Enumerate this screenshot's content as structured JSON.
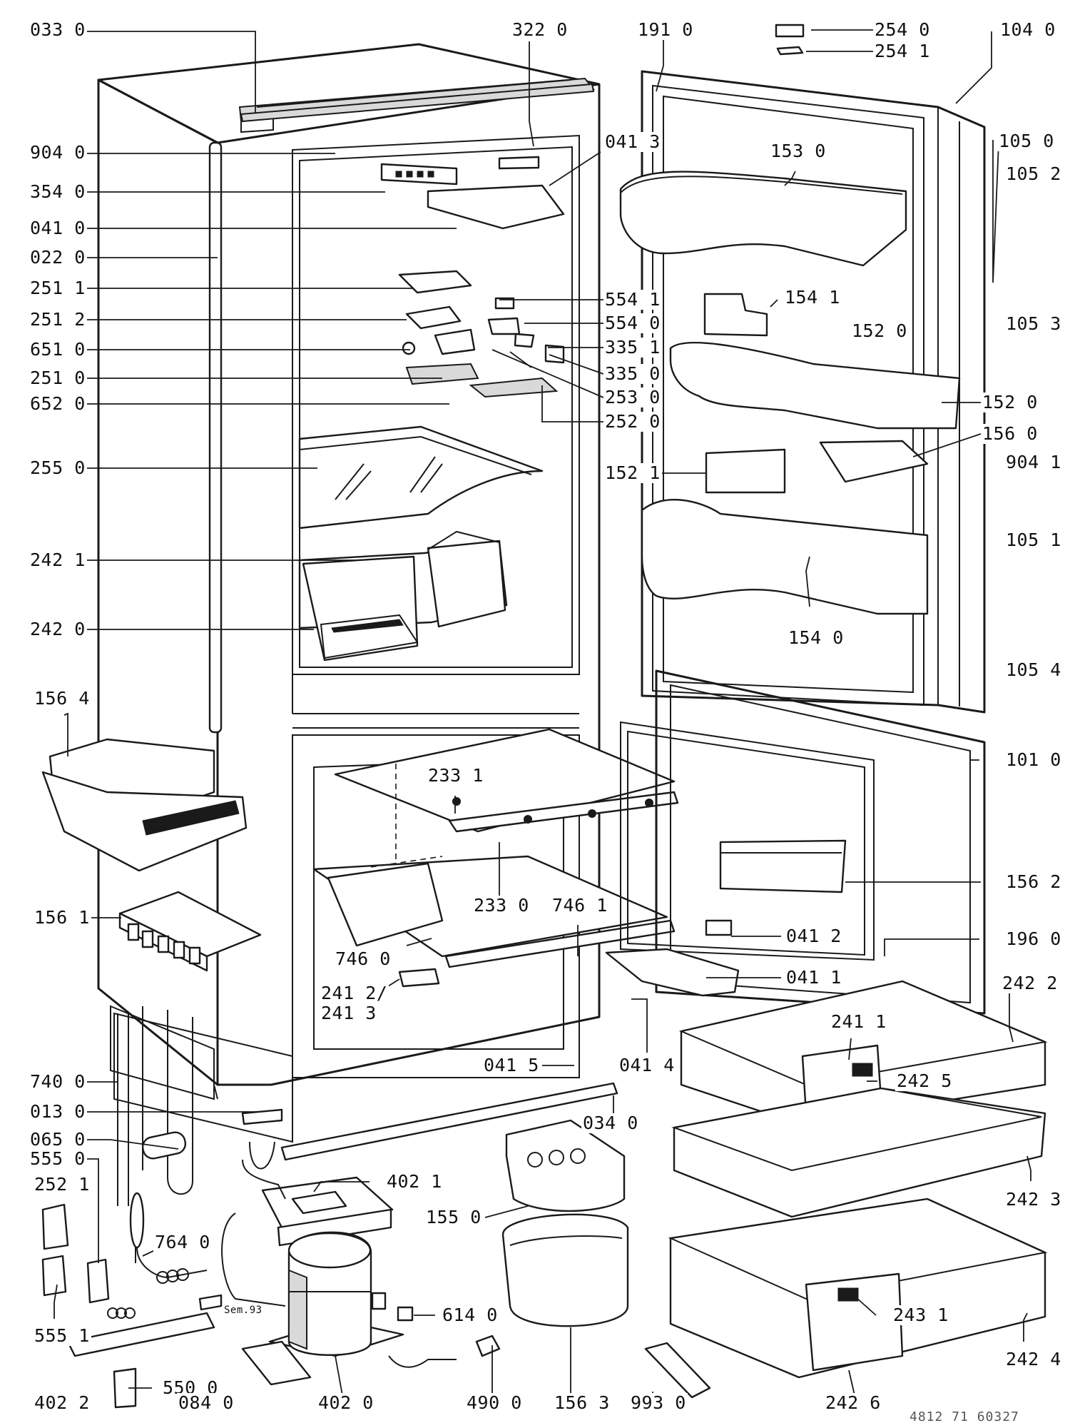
{
  "figure": {
    "reference": "4812 71 60327",
    "stamp": "Sem.93"
  },
  "part_numbers": [
    {
      "id": "p0330",
      "text": "033 0"
    },
    {
      "id": "p3220",
      "text": "322 0"
    },
    {
      "id": "p1910",
      "text": "191 0"
    },
    {
      "id": "p2540",
      "text": "254 0"
    },
    {
      "id": "p2541",
      "text": "254 1"
    },
    {
      "id": "p1040",
      "text": "104 0"
    },
    {
      "id": "p9040",
      "text": "904 0"
    },
    {
      "id": "p0413",
      "text": "041 3"
    },
    {
      "id": "p1530",
      "text": "153 0"
    },
    {
      "id": "p1050",
      "text": "105 0"
    },
    {
      "id": "p1052",
      "text": "105 2"
    },
    {
      "id": "p3540",
      "text": "354 0"
    },
    {
      "id": "p0410",
      "text": "041 0"
    },
    {
      "id": "p0220",
      "text": "022 0"
    },
    {
      "id": "p2511",
      "text": "251 1"
    },
    {
      "id": "p5541",
      "text": "554 1"
    },
    {
      "id": "p1541",
      "text": "154 1"
    },
    {
      "id": "p1053",
      "text": "105 3"
    },
    {
      "id": "p2512",
      "text": "251 2"
    },
    {
      "id": "p5540",
      "text": "554 0"
    },
    {
      "id": "p1520a",
      "text": "152 0"
    },
    {
      "id": "p6510",
      "text": "651 0"
    },
    {
      "id": "p3351",
      "text": "335 1"
    },
    {
      "id": "p2510",
      "text": "251 0"
    },
    {
      "id": "p3350",
      "text": "335 0"
    },
    {
      "id": "p6520",
      "text": "652 0"
    },
    {
      "id": "p2530",
      "text": "253 0"
    },
    {
      "id": "p1520b",
      "text": "152 0"
    },
    {
      "id": "p2520",
      "text": "252 0"
    },
    {
      "id": "p1560",
      "text": "156 0"
    },
    {
      "id": "p2550",
      "text": "255 0"
    },
    {
      "id": "p1521",
      "text": "152 1"
    },
    {
      "id": "p9041",
      "text": "904 1"
    },
    {
      "id": "p2421",
      "text": "242 1"
    },
    {
      "id": "p1051",
      "text": "105 1"
    },
    {
      "id": "p2420",
      "text": "242 0"
    },
    {
      "id": "p1540",
      "text": "154 0"
    },
    {
      "id": "p1054",
      "text": "105 4"
    },
    {
      "id": "p1564",
      "text": "156 4"
    },
    {
      "id": "p1010",
      "text": "101 0"
    },
    {
      "id": "p2331",
      "text": "233 1"
    },
    {
      "id": "p1562",
      "text": "156 2"
    },
    {
      "id": "p1561",
      "text": "156 1"
    },
    {
      "id": "p2330",
      "text": "233 0"
    },
    {
      "id": "p7461",
      "text": "746 1"
    },
    {
      "id": "p0412",
      "text": "041 2"
    },
    {
      "id": "p7460",
      "text": "746 0"
    },
    {
      "id": "p1960",
      "text": "196 0"
    },
    {
      "id": "p0411",
      "text": "041 1"
    },
    {
      "id": "p2412",
      "text": "241 2/"
    },
    {
      "id": "p2422",
      "text": "242 2"
    },
    {
      "id": "p2413",
      "text": "241 3"
    },
    {
      "id": "p2411",
      "text": "241 1"
    },
    {
      "id": "p0415",
      "text": "041 5"
    },
    {
      "id": "p0414",
      "text": "041 4"
    },
    {
      "id": "p2425",
      "text": "242 5"
    },
    {
      "id": "p7400",
      "text": "740 0"
    },
    {
      "id": "p0130",
      "text": "013 0"
    },
    {
      "id": "p0340",
      "text": "034 0"
    },
    {
      "id": "p0650",
      "text": "065 0"
    },
    {
      "id": "p5550",
      "text": "555 0"
    },
    {
      "id": "p2521",
      "text": "252 1"
    },
    {
      "id": "p4021",
      "text": "402 1"
    },
    {
      "id": "p1550",
      "text": "155 0"
    },
    {
      "id": "p2423",
      "text": "242 3"
    },
    {
      "id": "p7640",
      "text": "764 0"
    },
    {
      "id": "p2431",
      "text": "243 1"
    },
    {
      "id": "p5551",
      "text": "555 1"
    },
    {
      "id": "p6140",
      "text": "614 0"
    },
    {
      "id": "p2424",
      "text": "242 4"
    },
    {
      "id": "p5500",
      "text": "550 0"
    },
    {
      "id": "p4022",
      "text": "402 2"
    },
    {
      "id": "p0840",
      "text": "084 0"
    },
    {
      "id": "p4020",
      "text": "402 0"
    },
    {
      "id": "p4900",
      "text": "490 0"
    },
    {
      "id": "p1563",
      "text": "156 3"
    },
    {
      "id": "p9930",
      "text": "993 0"
    },
    {
      "id": "p2426",
      "text": "242 6"
    }
  ]
}
